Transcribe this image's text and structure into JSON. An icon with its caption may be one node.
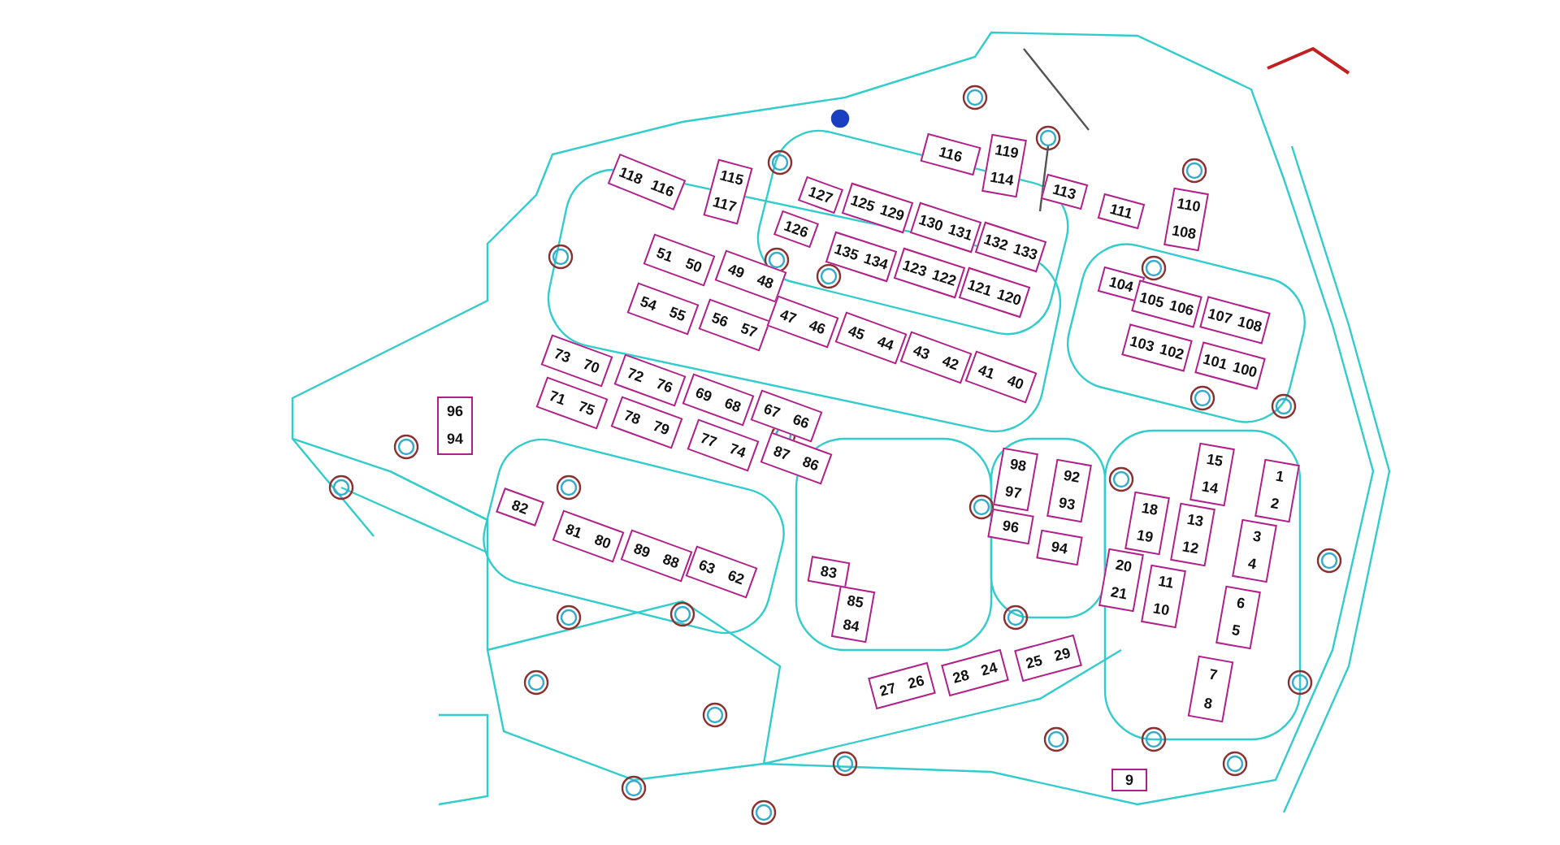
{
  "diagram": {
    "labels": [
      "116",
      "119",
      "114",
      "113",
      "111",
      "110",
      "108",
      "127",
      "126",
      "125",
      "129",
      "130",
      "131",
      "132",
      "133",
      "135",
      "134",
      "123",
      "122",
      "121",
      "120",
      "118",
      "116",
      "115",
      "117",
      "104",
      "105",
      "106",
      "107",
      "108",
      "103",
      "102",
      "101",
      "100",
      "51",
      "50",
      "49",
      "48",
      "54",
      "55",
      "56",
      "57",
      "47",
      "46",
      "45",
      "44",
      "43",
      "42",
      "41",
      "40",
      "73",
      "70",
      "72",
      "76",
      "71",
      "75",
      "78",
      "79",
      "69",
      "68",
      "67",
      "66",
      "77",
      "74",
      "87",
      "86",
      "96",
      "94",
      "82",
      "81",
      "80",
      "89",
      "88",
      "63",
      "62",
      "98",
      "97",
      "92",
      "93",
      "96",
      "94",
      "83",
      "85",
      "84",
      "15",
      "14",
      "1",
      "2",
      "18",
      "19",
      "13",
      "12",
      "3",
      "4",
      "20",
      "21",
      "11",
      "10",
      "6",
      "5",
      "7",
      "8",
      "25",
      "29",
      "28",
      "24",
      "27",
      "26",
      "9"
    ]
  }
}
